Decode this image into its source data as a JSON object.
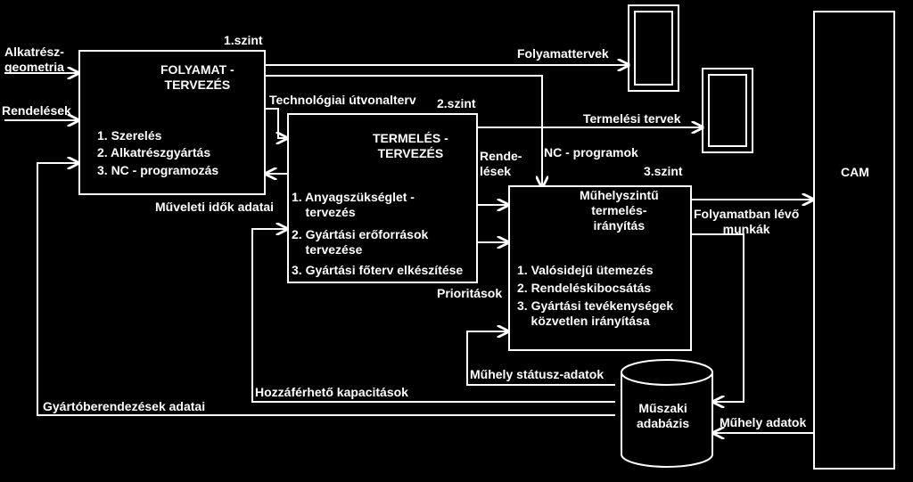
{
  "inputs": {
    "geometry": "Alkatrész-\ngeometria",
    "orders": "Rendelések"
  },
  "level1": {
    "level": "1.szint",
    "title": "FOLYAMAT -\nTERVEZÉS",
    "items": [
      "1. Szerelés",
      "2. Alkatrészgyártás",
      "3. NC - programozás"
    ]
  },
  "level2": {
    "level": "2.szint",
    "title": "TERMELÉS -\nTERVEZÉS",
    "items": [
      "1. Anyagszükséglet -\n    tervezés",
      "2. Gyártási erőforrások\n    tervezése",
      "3. Gyártási főterv elkészítése"
    ]
  },
  "level3": {
    "level": "3.szint",
    "title": "Műhelyszintű\ntermelés-\nirányítás",
    "items": [
      "1. Valósidejű ütemezés",
      "2. Rendeléskibocsátás",
      "3. Gyártási tevékenységek\n    közvetlen irányítása"
    ]
  },
  "flows": {
    "process_plans": "Folyamattervek",
    "production_plans": "Termelési tervek",
    "tech_route": "Technológiai útvonalterv",
    "nc_programs": "NC - programok",
    "orders2": "Rende-\nlések",
    "op_times": "Műveleti idők adatai",
    "wip": "Folyamatban lévő\nmunkák",
    "priorities": "Prioritások",
    "shop_status": "Műhely státusz-adatok",
    "available_capacity": "Hozzáférhető kapacitások",
    "equipment_data": "Gyártóberendezések adatai",
    "shop_data": "Műhely adatok"
  },
  "database": "Műszaki\nadabázis",
  "cam": "CAM"
}
